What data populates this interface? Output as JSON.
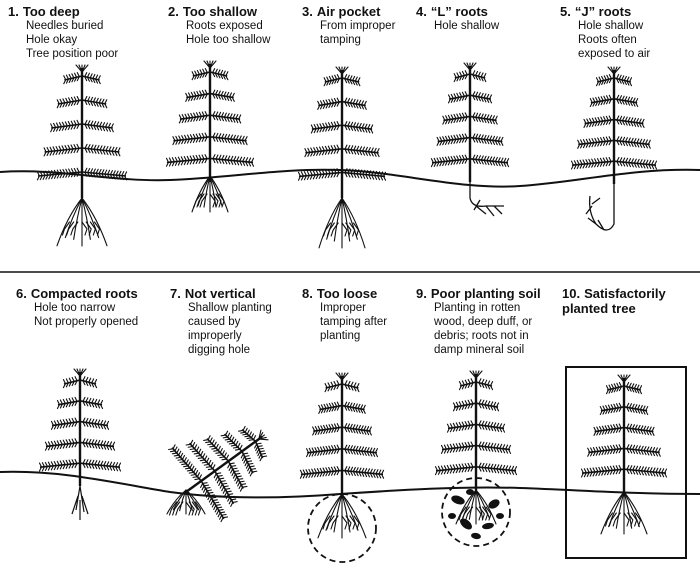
{
  "panels": [
    {
      "num": "1.",
      "title": "Too deep",
      "lines": [
        "Needles buried",
        "Hole okay",
        "Tree position poor"
      ]
    },
    {
      "num": "2.",
      "title": "Too shallow",
      "lines": [
        "Roots exposed",
        "Hole too shallow"
      ]
    },
    {
      "num": "3.",
      "title": "Air pocket",
      "lines": [
        "From improper",
        "tamping"
      ]
    },
    {
      "num": "4.",
      "title": "“L” roots",
      "lines": [
        "Hole shallow"
      ]
    },
    {
      "num": "5.",
      "title": "“J” roots",
      "lines": [
        "Hole shallow",
        "Roots often",
        "exposed to air"
      ]
    },
    {
      "num": "6.",
      "title": "Compacted roots",
      "lines": [
        "Hole too narrow",
        "Not properly opened"
      ]
    },
    {
      "num": "7.",
      "title": "Not vertical",
      "lines": [
        "Shallow planting",
        "caused by",
        "improperly",
        "digging hole"
      ]
    },
    {
      "num": "8.",
      "title": "Too loose",
      "lines": [
        "Improper",
        "tamping after",
        "planting"
      ]
    },
    {
      "num": "9.",
      "title": "Poor planting soil",
      "lines": [
        "Planting in rotten",
        "wood, deep duff, or",
        "debris; roots not in",
        "damp mineral soil"
      ]
    },
    {
      "num": "10.",
      "title": "Satisfactorily planted tree",
      "lines": []
    }
  ]
}
